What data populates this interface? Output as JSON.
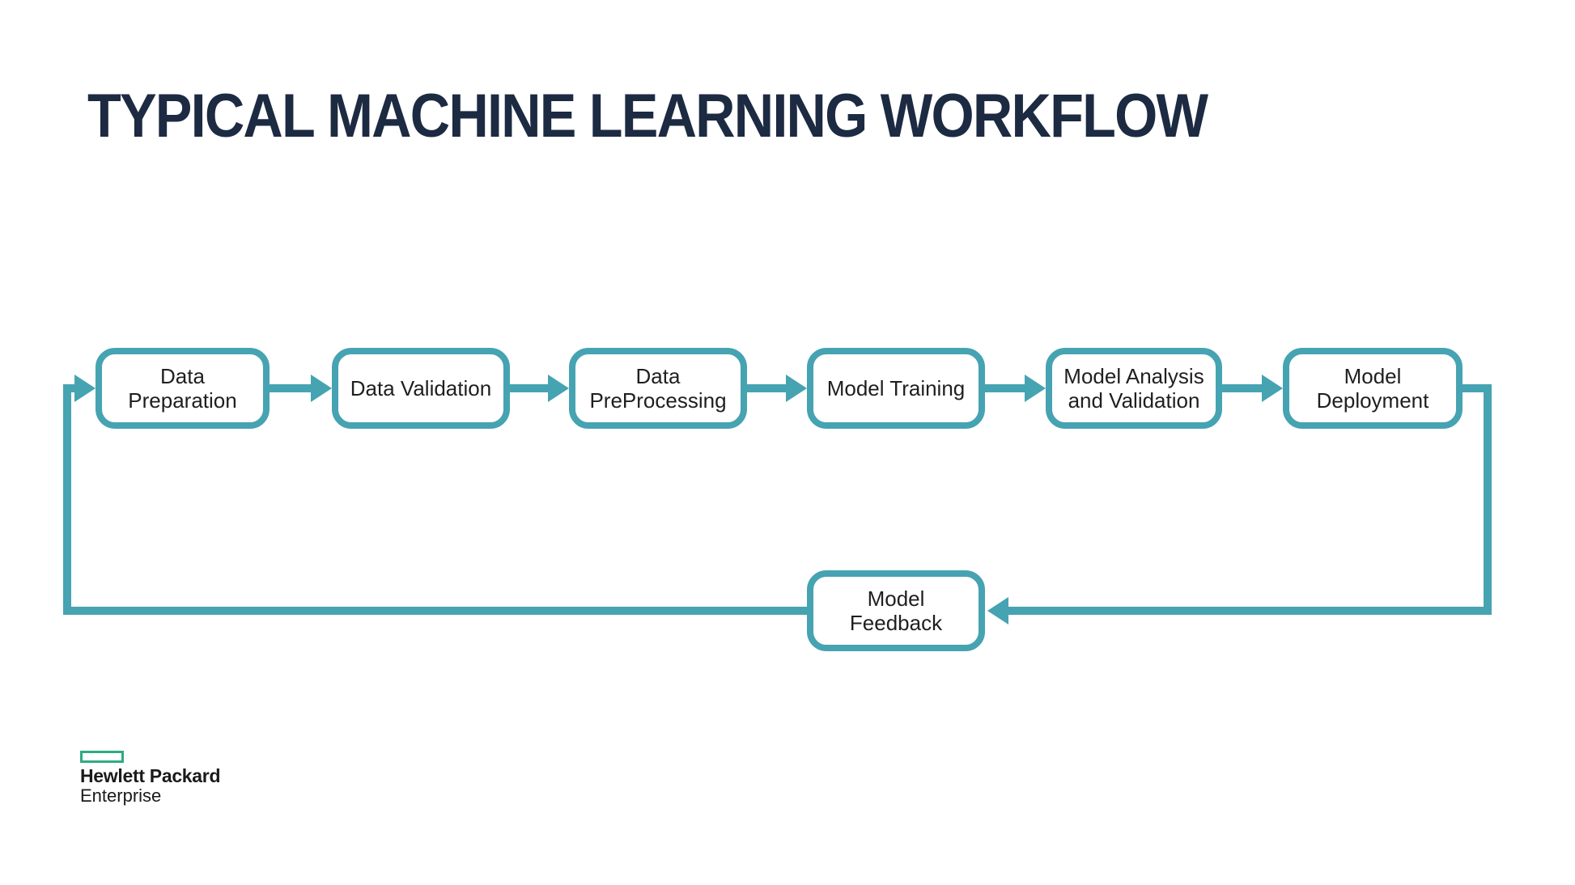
{
  "title": "TYPICAL MACHINE LEARNING WORKFLOW",
  "colors": {
    "accent_teal": "#46a3b2",
    "title_navy": "#1c2a42",
    "hpe_green": "#2fac7f",
    "node_text": "#1f1f1f"
  },
  "flow": {
    "nodes": [
      {
        "id": "data-preparation",
        "lines": [
          "Data",
          "Preparation"
        ]
      },
      {
        "id": "data-validation",
        "lines": [
          "Data Validation"
        ]
      },
      {
        "id": "data-preprocessing",
        "lines": [
          "Data",
          "PreProcessing"
        ]
      },
      {
        "id": "model-training",
        "lines": [
          "Model Training"
        ]
      },
      {
        "id": "model-analysis-validation",
        "lines": [
          "Model Analysis",
          "and Validation"
        ]
      },
      {
        "id": "model-deployment",
        "lines": [
          "Model",
          "Deployment"
        ]
      },
      {
        "id": "model-feedback",
        "lines": [
          "Model",
          "Feedback"
        ]
      }
    ],
    "edges": [
      {
        "from": "data-preparation",
        "to": "data-validation"
      },
      {
        "from": "data-validation",
        "to": "data-preprocessing"
      },
      {
        "from": "data-preprocessing",
        "to": "model-training"
      },
      {
        "from": "model-training",
        "to": "model-analysis-validation"
      },
      {
        "from": "model-analysis-validation",
        "to": "model-deployment"
      },
      {
        "from": "model-deployment",
        "to": "model-feedback"
      },
      {
        "from": "model-feedback",
        "to": "data-preparation"
      }
    ]
  },
  "footer": {
    "brand_line1": "Hewlett Packard",
    "brand_line2": "Enterprise"
  }
}
